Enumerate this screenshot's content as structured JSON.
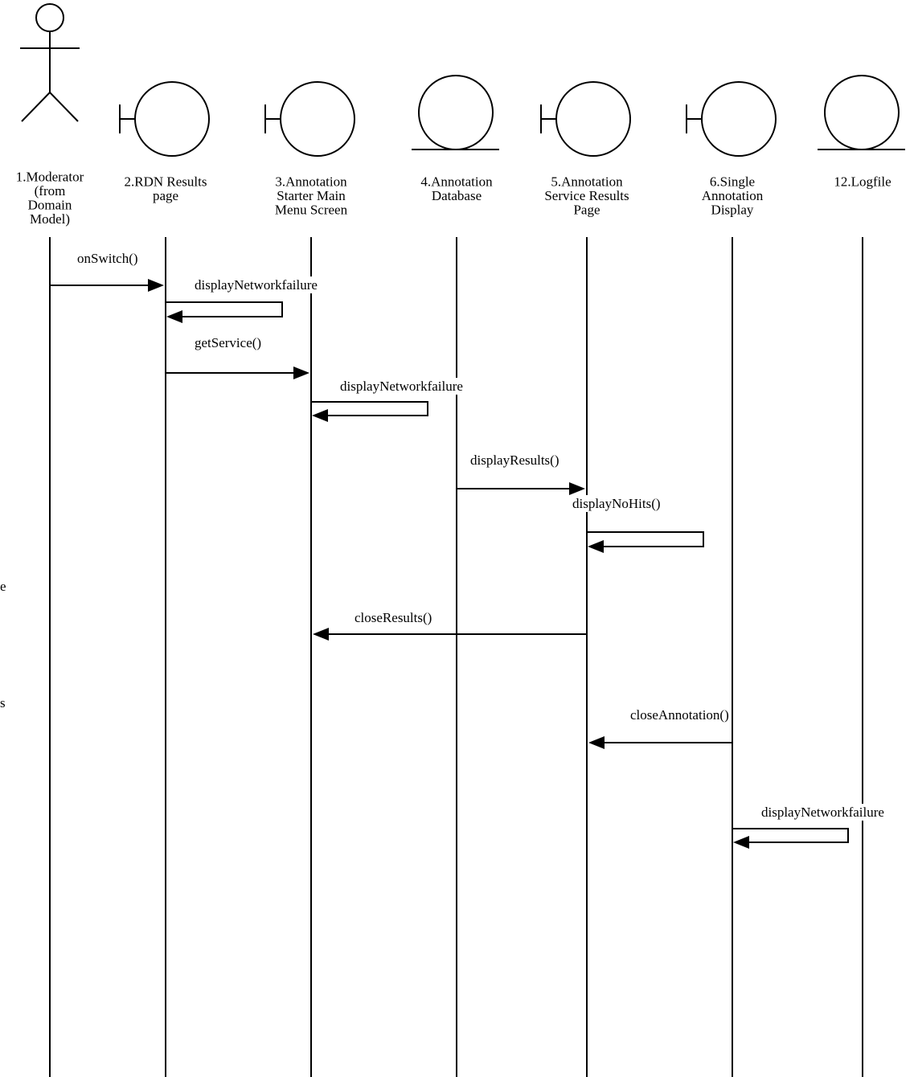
{
  "participants": [
    {
      "id": "p1",
      "kind": "actor",
      "lines": [
        "1.Moderator",
        "(from",
        "Domain",
        "Model)"
      ]
    },
    {
      "id": "p2",
      "kind": "boundary",
      "lines": [
        "2.RDN Results",
        "page"
      ]
    },
    {
      "id": "p3",
      "kind": "boundary",
      "lines": [
        "3.Annotation",
        "Starter Main",
        "Menu Screen"
      ]
    },
    {
      "id": "p4",
      "kind": "entity",
      "lines": [
        "4.Annotation",
        "Database"
      ]
    },
    {
      "id": "p5",
      "kind": "boundary",
      "lines": [
        "5.Annotation",
        "Service Results",
        "Page"
      ]
    },
    {
      "id": "p6",
      "kind": "boundary",
      "lines": [
        "6.Single",
        "Annotation",
        "Display"
      ]
    },
    {
      "id": "p7",
      "kind": "entity",
      "lines": [
        "12.Logfile"
      ]
    }
  ],
  "messages": [
    {
      "label": "onSwitch()",
      "from": "p1",
      "to": "p2"
    },
    {
      "label": "displayNetworkfailure",
      "from": "p2",
      "to": "p2"
    },
    {
      "label": "getService()",
      "from": "p2",
      "to": "p3"
    },
    {
      "label": "displayNetworkfailure",
      "from": "p3",
      "to": "p3"
    },
    {
      "label": "displayResults()",
      "from": "p4",
      "to": "p5"
    },
    {
      "label": "displayNoHits()",
      "from": "p5",
      "to": "p5"
    },
    {
      "label": "closeResults()",
      "from": "p5",
      "to": "p3"
    },
    {
      "label": "closeAnnotation()",
      "from": "p6",
      "to": "p5"
    },
    {
      "label": "displayNetworkfailure",
      "from": "p6",
      "to": "p6"
    }
  ],
  "margin_fragments": [
    "e",
    "s"
  ]
}
